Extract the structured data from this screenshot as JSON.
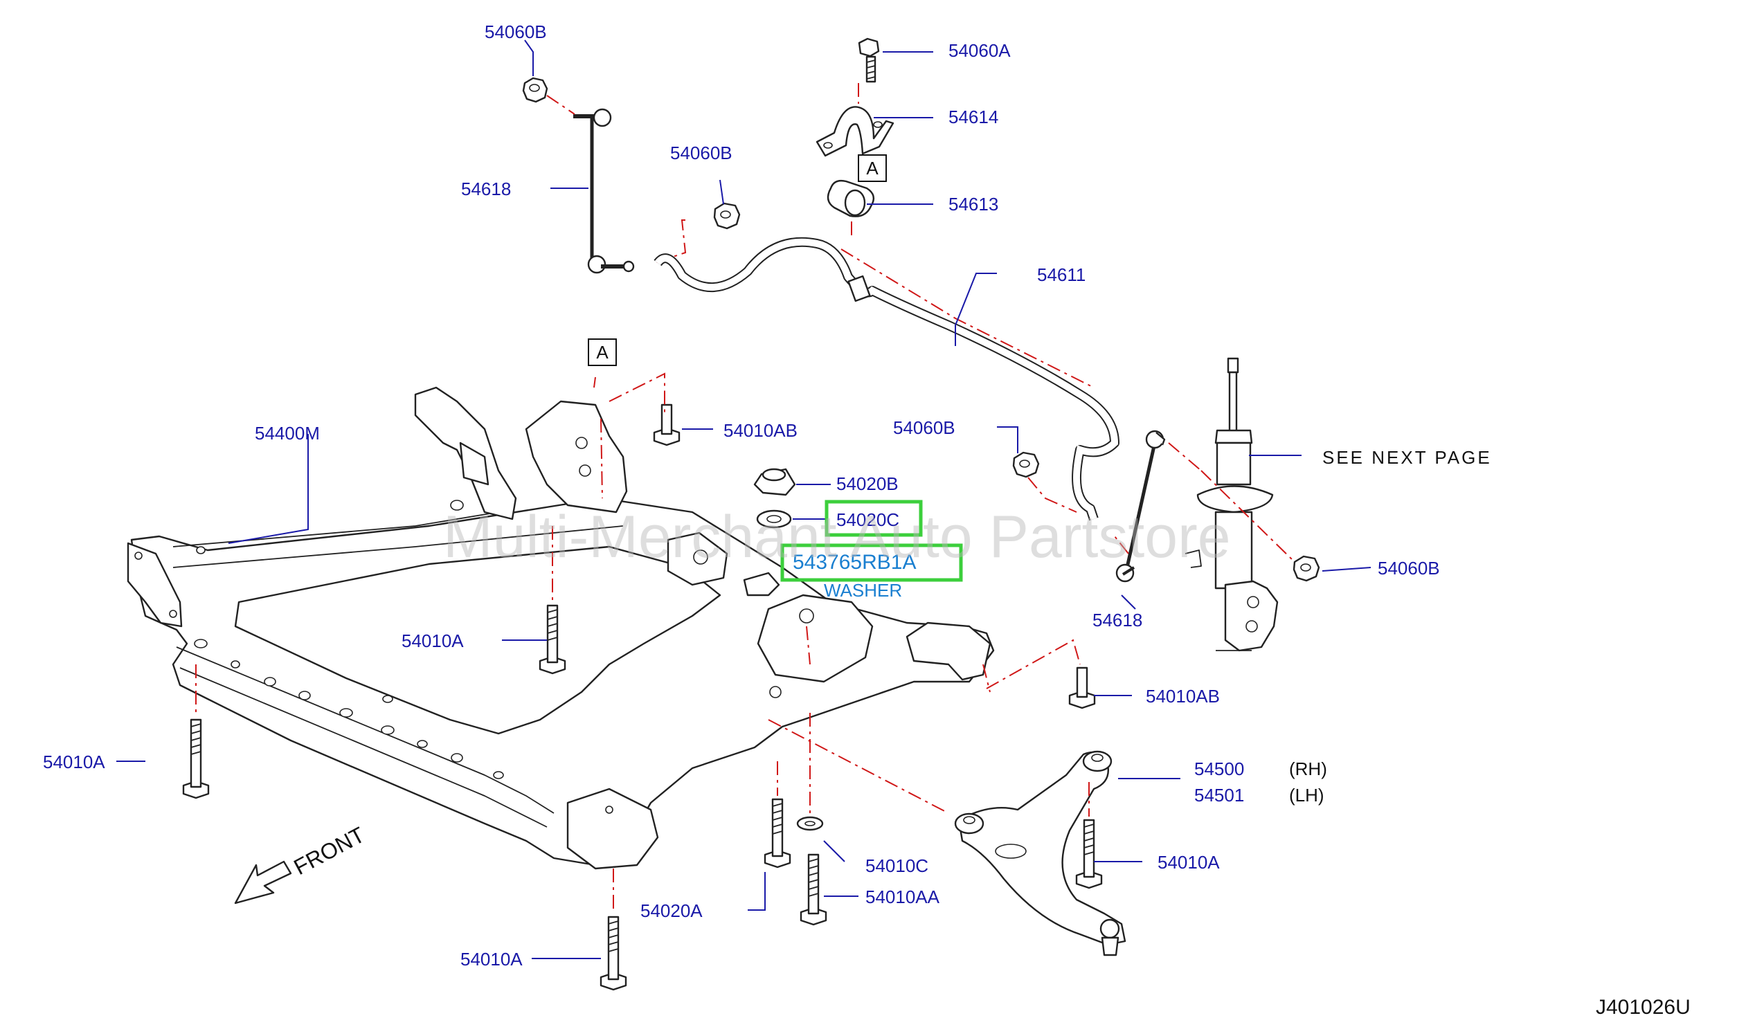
{
  "diagram": {
    "figure_id": "J401026U",
    "watermark": "Multi-Merchant Auto Partstore",
    "front_label": "FRONT",
    "see_next_page": "SEE NEXT PAGE",
    "ref_box": "A",
    "callouts": {
      "p54060B_top": "54060B",
      "p54060A": "54060A",
      "p54614": "54614",
      "p54618_left": "54618",
      "p54060B_mid": "54060B",
      "p54613": "54613",
      "p54611": "54611",
      "p54400M": "54400M",
      "p54010AB_top": "54010AB",
      "p54060B_right": "54060B",
      "p54020B": "54020B",
      "p54020C": "54020C",
      "p543765RB1A": "543765RB1A",
      "washer": "WASHER",
      "p54060B_strut": "54060B",
      "p54618_right": "54618",
      "p54010A_center": "54010A",
      "p54010AB_right": "54010AB",
      "p54010A_left": "54010A",
      "p54500": "54500",
      "p54501": "54501",
      "rh": "(RH)",
      "lh": "(LH)",
      "p54010A_arm": "54010A",
      "p54010C": "54010C",
      "p54010AA": "54010AA",
      "p54020A": "54020A",
      "p54010A_bottom": "54010A"
    }
  }
}
